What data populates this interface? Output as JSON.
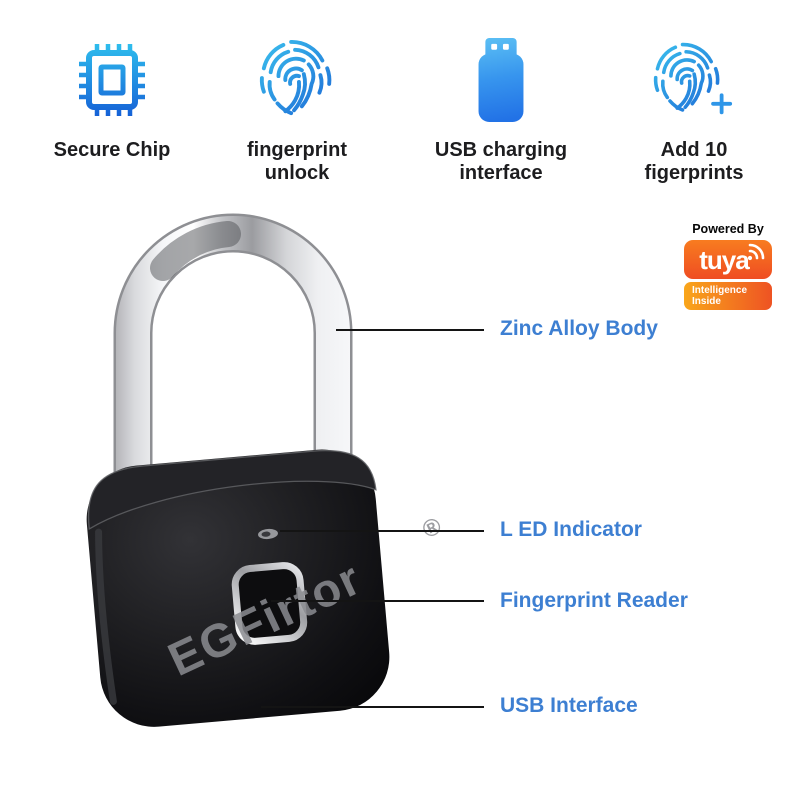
{
  "features": [
    {
      "icon": "chip-icon",
      "label_lines": [
        "Secure Chip"
      ]
    },
    {
      "icon": "fingerprint-icon",
      "label_lines": [
        "fingerprint",
        "unlock"
      ]
    },
    {
      "icon": "usb-icon",
      "label_lines": [
        "USB charging",
        "interface"
      ]
    },
    {
      "icon": "fingerprint-add-icon",
      "label_lines": [
        "Add 10",
        "figerprints"
      ]
    }
  ],
  "branding": {
    "powered_by": "Powered By",
    "logo_text": "tuya",
    "badge_line1": "Intelligence",
    "badge_line2": "Inside"
  },
  "callouts": [
    {
      "label": "Zinc Alloy Body"
    },
    {
      "label": "L ED Indicator"
    },
    {
      "label": "Fingerprint Reader"
    },
    {
      "label": "USB Interface"
    }
  ],
  "watermark": {
    "text": "EGFirtor",
    "reg": "®"
  },
  "colors": {
    "accent_blue": "#3d7fd2",
    "icon_blue_light": "#35b9ec",
    "icon_blue_dark": "#1a63d6",
    "tuya_orange": "#f2571f",
    "badge_orange_start": "#f9a61b",
    "badge_orange_end": "#ee5323",
    "body_black": "#131316",
    "chrome_silver": "#d9dadd",
    "callout_line": "#141414"
  }
}
